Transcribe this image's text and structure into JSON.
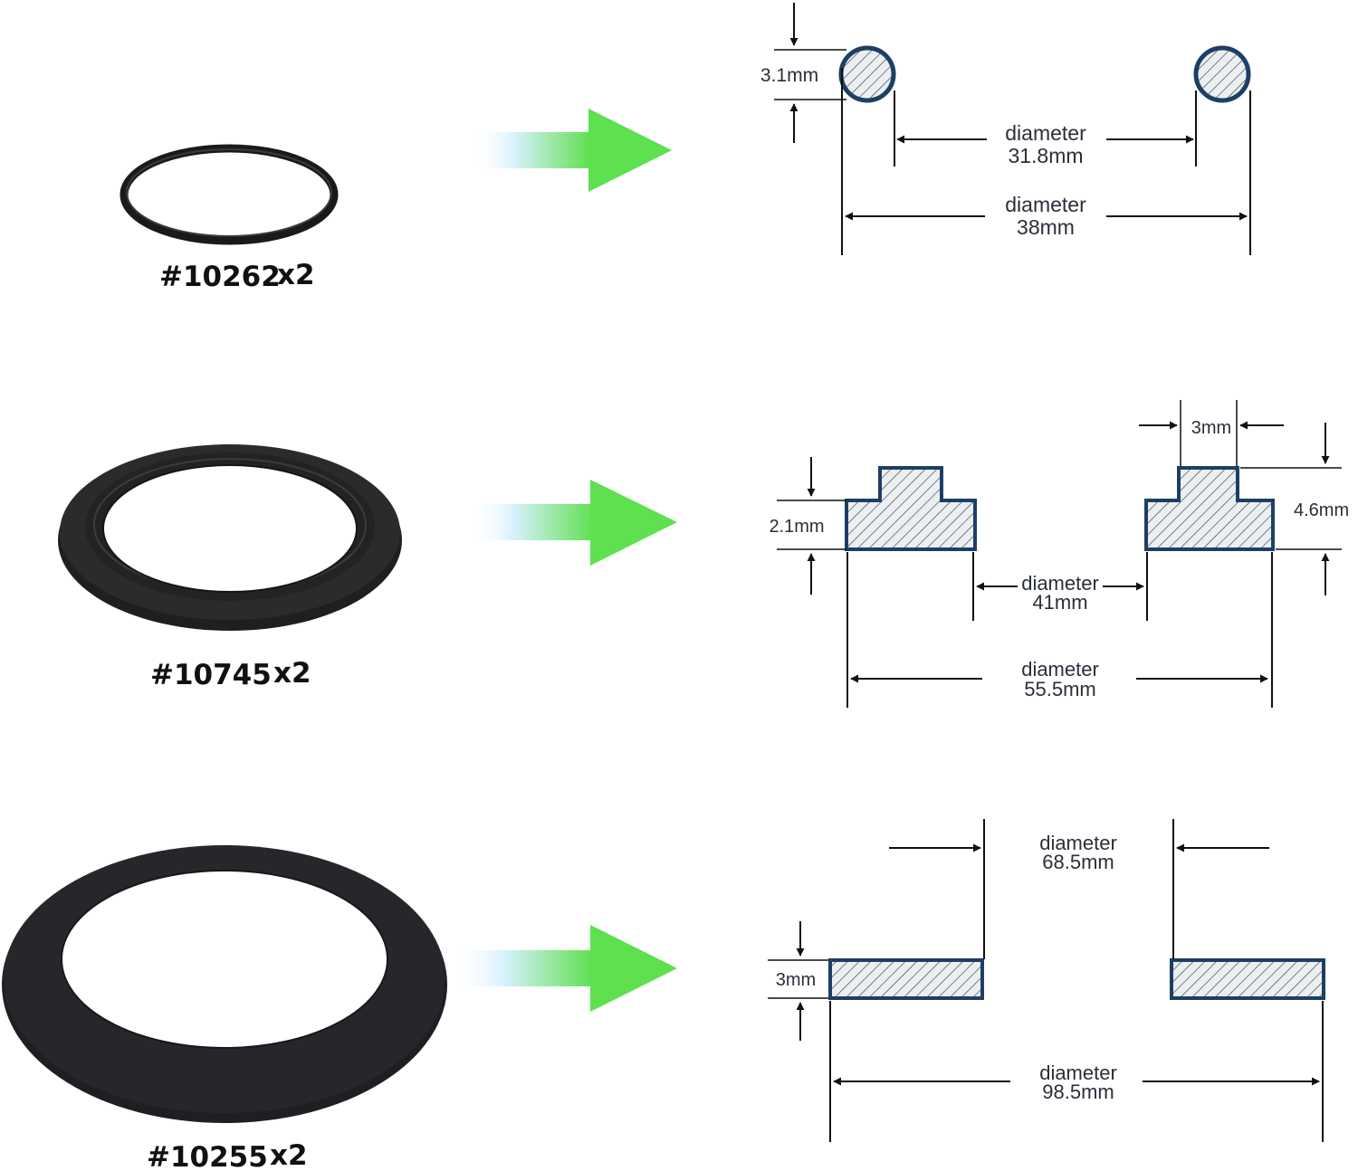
{
  "colors": {
    "seal": "#1c1c1c",
    "seal_edge": "#2e2e2e",
    "section_outline": "#1d3f66",
    "section_fill": "#e9ecef",
    "dim_line": "#111111",
    "arrow_green": "#5fe04f",
    "arrow_tail": "#dff4ff"
  },
  "rows": [
    {
      "part_number": "#10262",
      "quantity": "x2",
      "dims": {
        "thickness": "3.1mm",
        "inner_word": "diameter",
        "inner_value": "31.8mm",
        "outer_word": "diameter",
        "outer_value": "38mm"
      }
    },
    {
      "part_number": "#10745",
      "quantity": "x2",
      "dims": {
        "step_width": "3mm",
        "base_height": "2.1mm",
        "total_height": "4.6mm",
        "inner_word": "diameter",
        "inner_value": "41mm",
        "outer_word": "diameter",
        "outer_value": "55.5mm"
      }
    },
    {
      "part_number": "#10255",
      "quantity": "x2",
      "dims": {
        "thickness": "3mm",
        "inner_word": "diameter",
        "inner_value": "68.5mm",
        "outer_word": "diameter",
        "outer_value": "98.5mm"
      }
    }
  ]
}
